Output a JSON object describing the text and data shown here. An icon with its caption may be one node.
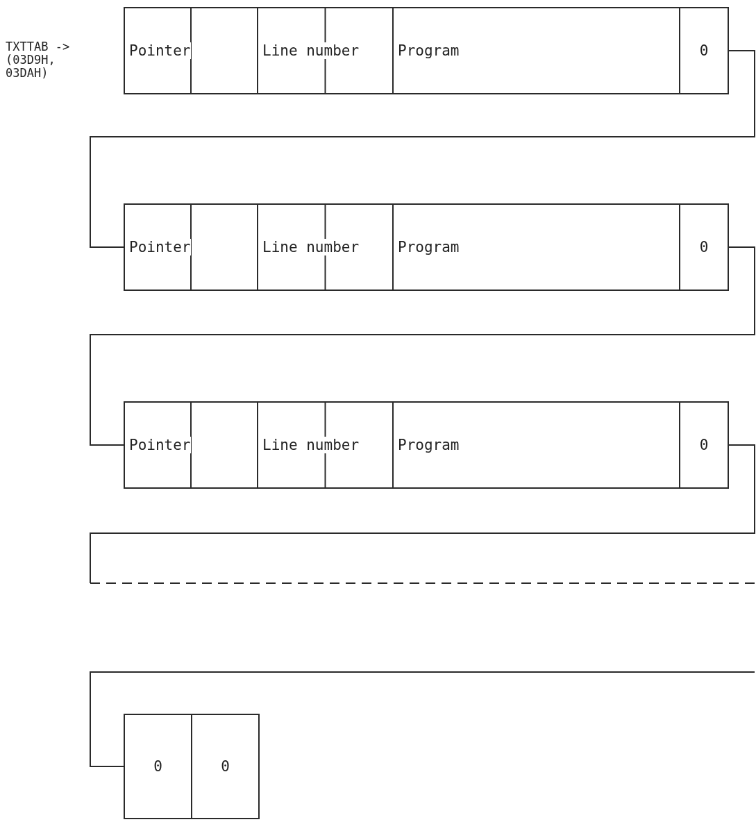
{
  "diagram": {
    "nodes": [
      {
        "text": [
          "Pointer"
        ]
      },
      {
        "text": [
          "Line number"
        ]
      },
      {
        "text": [
          "Program"
        ]
      },
      {
        "text": [
          "0"
        ]
      },
      {
        "text": [
          "Pointer"
        ]
      },
      {
        "text": [
          "Line number"
        ]
      },
      {
        "text": [
          "Program"
        ]
      },
      {
        "text": [
          "0"
        ]
      },
      {
        "text": [
          "Pointer"
        ]
      },
      {
        "text": [
          "Line number"
        ]
      },
      {
        "text": [
          "Program"
        ]
      },
      {
        "text": [
          "0"
        ]
      },
      {
        "text": [
          "0"
        ]
      },
      {
        "text": [
          "0"
        ]
      }
    ],
    "edges": [
      {
        "from": 3,
        "to": 4,
        "arrow": "none"
      },
      {
        "from": 7,
        "to": 8,
        "arrow": "none"
      },
      {
        "from": 11,
        "to": null,
        "arrow": "none"
      },
      {
        "from": null,
        "to": 12,
        "arrow": "none"
      }
    ],
    "labels": [
      "TXTTAB -> (03D9H, 03DAH)"
    ]
  }
}
